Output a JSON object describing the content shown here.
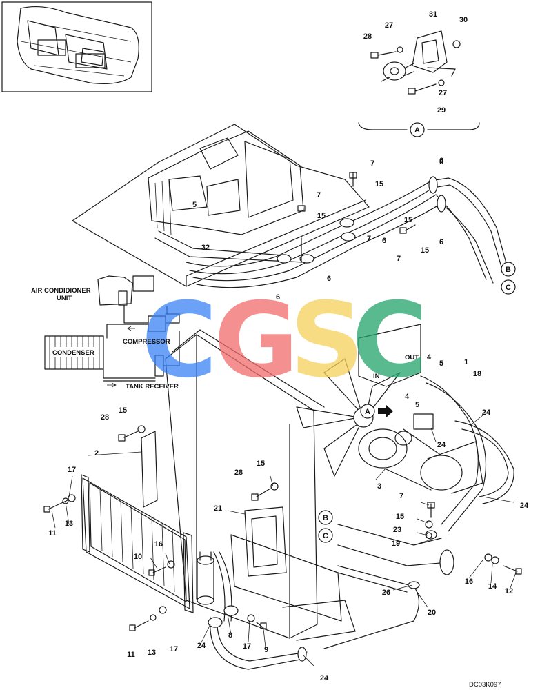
{
  "watermark": {
    "letters": [
      "C",
      "G",
      "S",
      "C"
    ],
    "colors": [
      "#3b82f6",
      "#f26b6b",
      "#f5d15a",
      "#22a36b"
    ]
  },
  "schematic": {
    "ac_unit": "AIR CONDIDIONER\nUNIT",
    "compressor": "COMPRESSOR",
    "condenser": "CONDENSER",
    "tank_receiver": "TANK RECEIVER"
  },
  "flow_labels": {
    "out": "OUT",
    "in": "IN"
  },
  "callouts": {
    "a": "A",
    "b": "B",
    "c": "C"
  },
  "drawing_code": "DC03K097",
  "part_numbers": {
    "detail": [
      "28",
      "27",
      "31",
      "30",
      "27",
      "29"
    ],
    "upper": [
      "7",
      "6",
      "15",
      "7",
      "15",
      "6",
      "5",
      "32",
      "7",
      "15",
      "6",
      "6",
      "6",
      "7",
      "15",
      "6"
    ],
    "mid": [
      "4",
      "5",
      "1",
      "18",
      "4",
      "5",
      "24",
      "24",
      "3",
      "28",
      "15",
      "2"
    ],
    "lower": [
      "17",
      "11",
      "13",
      "28",
      "15",
      "21",
      "7",
      "15",
      "23",
      "19",
      "24",
      "10",
      "16",
      "16",
      "14",
      "12",
      "26",
      "20",
      "11",
      "13",
      "17",
      "24",
      "8",
      "17",
      "9",
      "24"
    ]
  }
}
